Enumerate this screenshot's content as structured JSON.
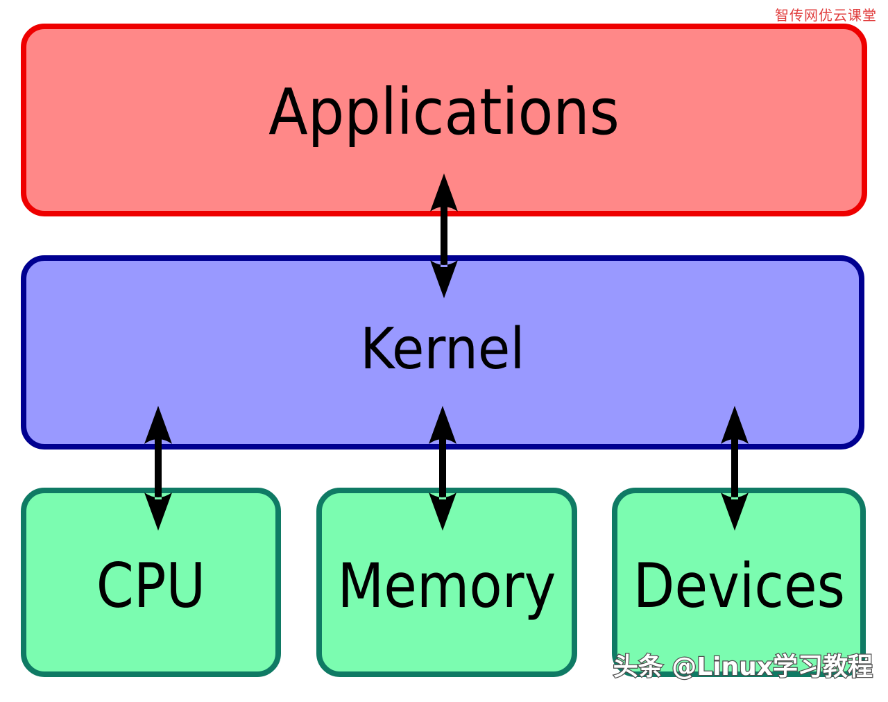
{
  "watermarks": {
    "top": "智传网优云课堂",
    "top_color": "#e03c3c",
    "bottom": "头条 @Linux学习教程",
    "bottom_fill": "#ffffff",
    "bottom_outline": "#4d4d4d"
  },
  "diagram": {
    "background": "#ffffff",
    "arrow_color": "#000000",
    "boxes": [
      {
        "id": "applications",
        "label": "Applications",
        "fill": "#ff8888",
        "border": "#ee0000"
      },
      {
        "id": "kernel",
        "label": "Kernel",
        "fill": "#9999ff",
        "border": "#000090"
      },
      {
        "id": "cpu",
        "label": "CPU",
        "fill": "#7bfcb0",
        "border": "#0f7a64"
      },
      {
        "id": "memory",
        "label": "Memory",
        "fill": "#7bfcb0",
        "border": "#0f7a64"
      },
      {
        "id": "devices",
        "label": "Devices",
        "fill": "#7bfcb0",
        "border": "#0f7a64"
      }
    ],
    "connections": [
      {
        "from": "applications",
        "to": "kernel",
        "type": "bidirectional"
      },
      {
        "from": "kernel",
        "to": "cpu",
        "type": "bidirectional"
      },
      {
        "from": "kernel",
        "to": "memory",
        "type": "bidirectional"
      },
      {
        "from": "kernel",
        "to": "devices",
        "type": "bidirectional"
      }
    ]
  }
}
